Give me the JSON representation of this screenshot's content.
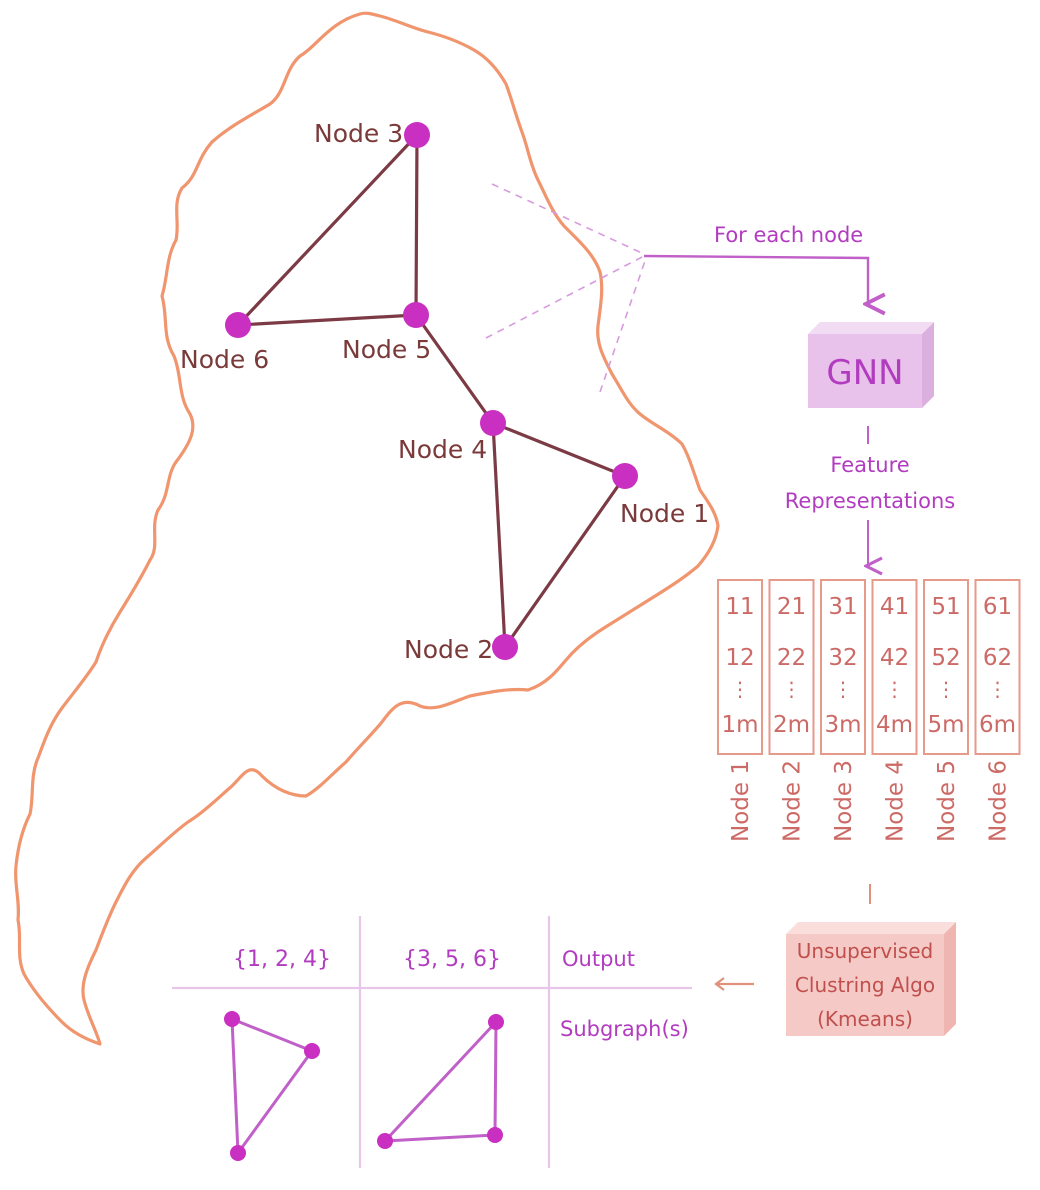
{
  "colors": {
    "map_outline": "#f0956e",
    "edge": "#7c3a45",
    "node_fill": "#c92fc0",
    "purple_text": "#b23cc0",
    "gnn_box": "#e8c2ea",
    "feature_box": "#e59a8a",
    "feature_text": "#cc6a66",
    "cluster_box": "#f4c9c6",
    "cluster_text": "#c0504d",
    "subgraph": "#c060c8",
    "grid_line": "#e7c6ea"
  },
  "graph": {
    "nodes": [
      {
        "id": "node-1",
        "label": "Node 1"
      },
      {
        "id": "node-2",
        "label": "Node 2"
      },
      {
        "id": "node-3",
        "label": "Node 3"
      },
      {
        "id": "node-4",
        "label": "Node 4"
      },
      {
        "id": "node-5",
        "label": "Node 5"
      },
      {
        "id": "node-6",
        "label": "Node 6"
      }
    ],
    "edges": [
      [
        "node-3",
        "node-6"
      ],
      [
        "node-3",
        "node-5"
      ],
      [
        "node-6",
        "node-5"
      ],
      [
        "node-5",
        "node-4"
      ],
      [
        "node-4",
        "node-1"
      ],
      [
        "node-4",
        "node-2"
      ],
      [
        "node-1",
        "node-2"
      ]
    ]
  },
  "pipeline": {
    "for_each_node": "For each node",
    "gnn": "GNN",
    "feature_line1": "Feature",
    "feature_line2": "Representations",
    "cluster_line1": "Unsupervised",
    "cluster_line2": "Clustring Algo",
    "cluster_line3": "(Kmeans)"
  },
  "features": [
    {
      "v1": "11",
      "v2": "12",
      "dots": "⋮",
      "vm": "1m",
      "label": "Node 1"
    },
    {
      "v1": "21",
      "v2": "22",
      "dots": "⋮",
      "vm": "2m",
      "label": "Node 2"
    },
    {
      "v1": "31",
      "v2": "32",
      "dots": "⋮",
      "vm": "3m",
      "label": "Node 3"
    },
    {
      "v1": "41",
      "v2": "42",
      "dots": "⋮",
      "vm": "4m",
      "label": "Node 4"
    },
    {
      "v1": "51",
      "v2": "52",
      "dots": "⋮",
      "vm": "5m",
      "label": "Node 5"
    },
    {
      "v1": "61",
      "v2": "62",
      "dots": "⋮",
      "vm": "6m",
      "label": "Node 6"
    }
  ],
  "output": {
    "cluster_a": "{1, 2, 4}",
    "cluster_b": "{3, 5, 6}",
    "output_label": "Output",
    "subgraph_label": "Subgraph(s)"
  }
}
